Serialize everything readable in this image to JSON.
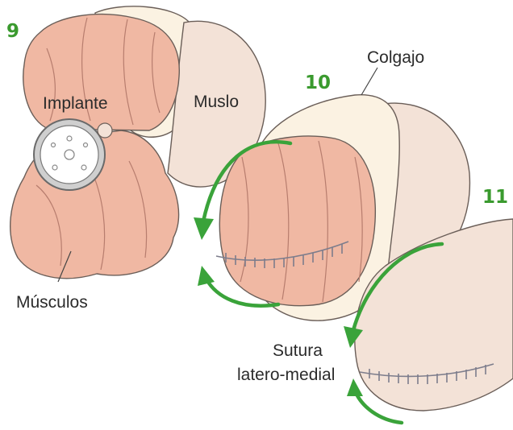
{
  "steps": {
    "step9": "9",
    "step10": "10",
    "step11": "11"
  },
  "labels": {
    "implant": "Implante",
    "thigh": "Muslo",
    "flap": "Colgajo",
    "muscles": "Músculos",
    "suture_line1": "Sutura",
    "suture_line2": "latero-medial"
  },
  "colors": {
    "step_number": "#3a9a2e",
    "muscle": "#f0b8a3",
    "thigh": "#f3e2d7",
    "flap": "#fbf2e2",
    "arrow": "#3aa33a",
    "suture": "#7d7d8c",
    "outline": "#6a5e58"
  }
}
